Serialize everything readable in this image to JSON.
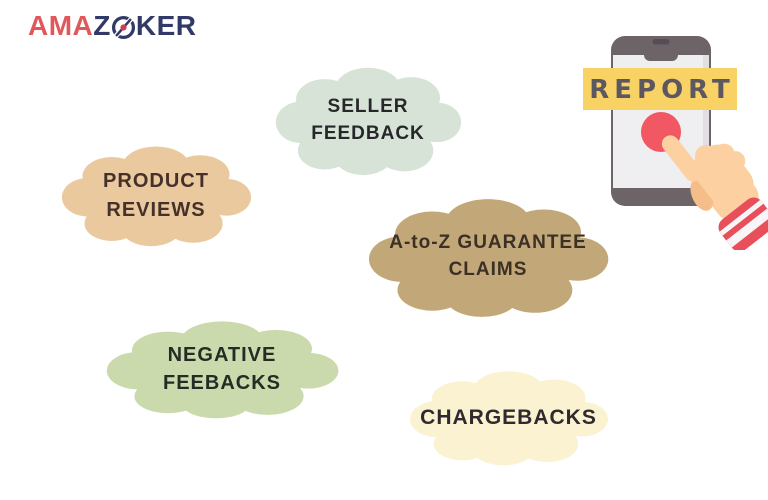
{
  "canvas": {
    "background": "#ffffff"
  },
  "logo": {
    "part1": "AMA",
    "part2": "Z",
    "part3": "KER",
    "o_icon": "compass-o",
    "color_primary": "#e0585a",
    "color_secondary": "#313a66",
    "o_dot_color": "#cf3f4a"
  },
  "clouds": [
    {
      "name": "seller-feedback",
      "label_lines": [
        "SELLER",
        "FEEDBACK"
      ],
      "color": "#d6e3d6",
      "text_color": "#27272b"
    },
    {
      "name": "product-reviews",
      "label_lines": [
        "PRODUCT",
        "REVIEWS"
      ],
      "color": "#ebc99e",
      "text_color": "#46302a"
    },
    {
      "name": "a-to-z-guarantee-claims",
      "label_lines": [
        "A-to-Z GUARANTEE",
        "CLAIMS"
      ],
      "color": "#c2a878",
      "text_color": "#3b2f26"
    },
    {
      "name": "negative-feebacks",
      "label_lines": [
        "NEGATIVE",
        "FEEBACKS"
      ],
      "color": "#cbdaad",
      "text_color": "#262b25"
    },
    {
      "name": "chargebacks",
      "label_lines": [
        "CHARGEBACKS"
      ],
      "color": "#fbf2d2",
      "text_color": "#2f2a2e"
    }
  ],
  "report_graphic": {
    "banner_label": "REPORT",
    "banner_color": "#f8d264",
    "banner_text_color": "#5d5761",
    "phone_body_color": "#6d6468",
    "phone_detail_color": "#554e57",
    "phone_screen_color": "#efeef1",
    "phone_screen_edge_color": "#e1dfe3",
    "button_color": "#f15863",
    "hand_skin_color": "#fcd0a0",
    "hand_shade_color": "#f5bd8a",
    "cuff_color": "#e84f5a",
    "cuff_stripe_color": "#f7f5f7"
  }
}
